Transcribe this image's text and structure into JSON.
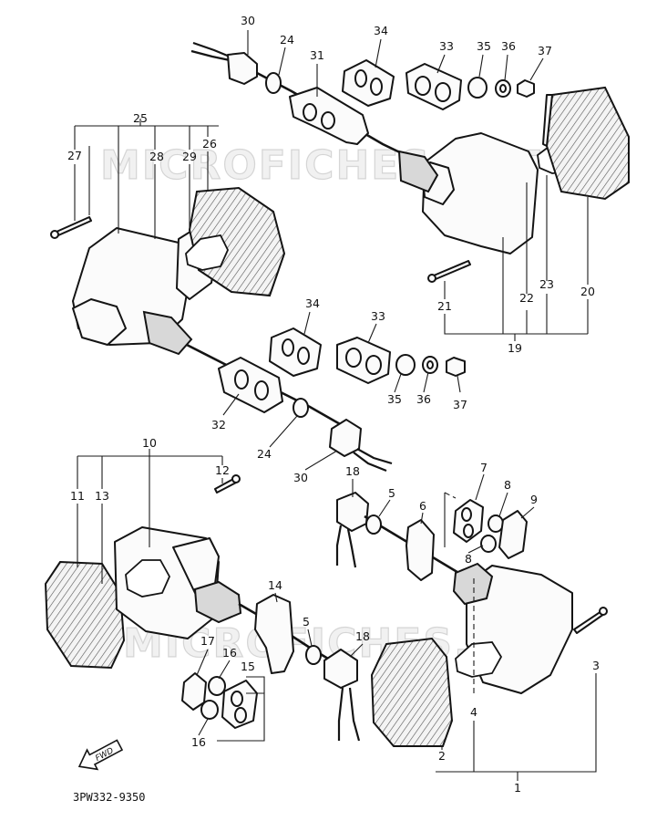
{
  "diagram": {
    "watermark": "MICROFICHES.NET",
    "catalog_code": "3PW332-9350",
    "front_arrow_label": "FWD",
    "callouts": {
      "c30a": "30",
      "c24a": "24",
      "c31": "31",
      "c34a": "34",
      "c33a": "33",
      "c35a": "35",
      "c36a": "36",
      "c37a": "37",
      "c25": "25",
      "c27": "27",
      "c28": "28",
      "c29": "29",
      "c26": "26",
      "c21": "21",
      "c22": "22",
      "c23": "23",
      "c20": "20",
      "c19": "19",
      "c34b": "34",
      "c33b": "33",
      "c35b": "35",
      "c36b": "36",
      "c37b": "37",
      "c32": "32",
      "c24b": "24",
      "c30b": "30",
      "c10": "10",
      "c12": "12",
      "c11": "11",
      "c13": "13",
      "c18a": "18",
      "c5a": "5",
      "c6": "6",
      "c7": "7",
      "c8a": "8",
      "c9": "9",
      "c8b": "8",
      "c14": "14",
      "c5b": "5",
      "c18b": "18",
      "c17": "17",
      "c16a": "16",
      "c15": "15",
      "c16b": "16",
      "c3": "3",
      "c4": "4",
      "c2": "2",
      "c1": "1"
    }
  }
}
